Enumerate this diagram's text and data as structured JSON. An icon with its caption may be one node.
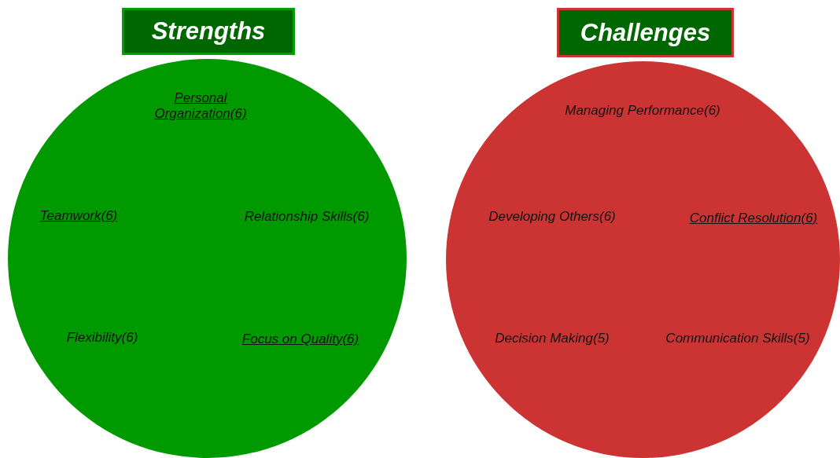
{
  "diagram": {
    "nodes": [
      {
        "text": [
          "Strengths"
        ]
      },
      {
        "text": [
          "Personal Organization(6)",
          "Teamwork(6)",
          "Relationship Skills(6)",
          "Flexibility(6)",
          "Focus on Quality(6)"
        ]
      },
      {
        "text": [
          "Challenges"
        ]
      },
      {
        "text": [
          "Managing Performance(6)",
          "Developing Others(6)",
          "Conflict Resolution(6)",
          "Decision Making(5)",
          "Communication Skills(5)"
        ]
      }
    ],
    "edges": []
  }
}
